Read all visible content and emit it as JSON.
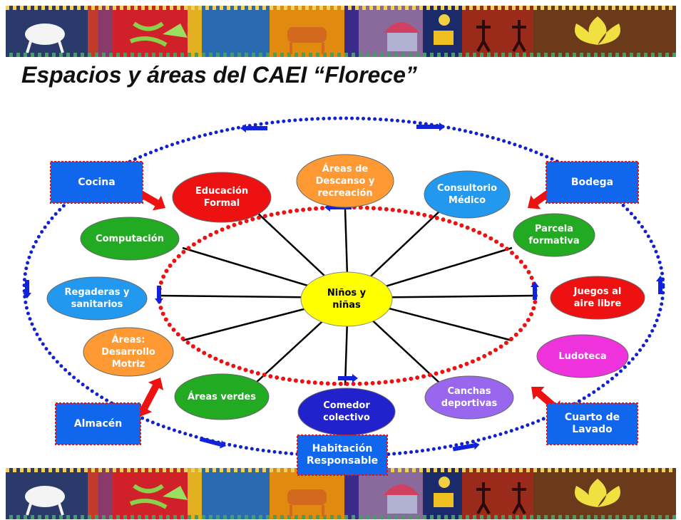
{
  "title": "Espacios y áreas del CAEI “Florece”",
  "center": {
    "label": "Niños y\nniñas",
    "fill": "#ffff00",
    "text_color": "#000000"
  },
  "areas": [
    {
      "id": "educacion-formal",
      "label": "Educación\nFormal",
      "fill": "#ee1111",
      "text_color": "#ffffff"
    },
    {
      "id": "descanso-recreacion",
      "label": "Áreas de\nDescanso y\nrecreación",
      "fill": "#ff9933",
      "text_color": "#ffffff"
    },
    {
      "id": "consultorio-medico",
      "label": "Consultorio\nMédico",
      "fill": "#2299ee",
      "text_color": "#ffffff"
    },
    {
      "id": "parcela-formativa",
      "label": "Parcela\nformativa",
      "fill": "#22aa22",
      "text_color": "#ffffff"
    },
    {
      "id": "juegos-aire-libre",
      "label": "Juegos al\naire libre",
      "fill": "#ee1111",
      "text_color": "#ffffff"
    },
    {
      "id": "ludoteca",
      "label": "Ludoteca",
      "fill": "#ee33dd",
      "text_color": "#ffffff"
    },
    {
      "id": "canchas-deportivas",
      "label": "Canchas\ndeportivas",
      "fill": "#9966ee",
      "text_color": "#ffffff"
    },
    {
      "id": "comedor-colectivo",
      "label": "Comedor\ncolectivo",
      "fill": "#2222cc",
      "text_color": "#ffffff"
    },
    {
      "id": "areas-verdes",
      "label": "Áreas verdes",
      "fill": "#22aa22",
      "text_color": "#ffffff"
    },
    {
      "id": "desarrollo-motriz",
      "label": "Áreas:\nDesarrollo\nMotriz",
      "fill": "#ff9933",
      "text_color": "#ffffff"
    },
    {
      "id": "regaderas-sanitarios",
      "label": "Regaderas y\nsanitarios",
      "fill": "#2299ee",
      "text_color": "#ffffff"
    },
    {
      "id": "computacion",
      "label": "Computación",
      "fill": "#22aa22",
      "text_color": "#ffffff"
    }
  ],
  "support_spaces": [
    {
      "id": "cocina",
      "label": "Cocina"
    },
    {
      "id": "bodega",
      "label": "Bodega"
    },
    {
      "id": "almacen",
      "label": "Almacén"
    },
    {
      "id": "cuarto-lavado",
      "label": "Cuarto de\nLavado"
    },
    {
      "id": "habitacion-responsable",
      "label": "Habitación\nResponsable"
    }
  ],
  "colors": {
    "box_fill": "#1166ee",
    "box_border": "#ee1111",
    "inner_ring": "#ee1111",
    "outer_ring": "#1122cc",
    "connector_arrow": "#ee1111",
    "flow_arrow": "#1122dd",
    "spoke": "#000000"
  },
  "decor": {
    "banner_icons": [
      "goat-icon",
      "lizard-icon",
      "deer-icon",
      "ox-icon",
      "hut-icon",
      "moon-icon",
      "dancers-icon",
      "lotus-icon"
    ]
  }
}
